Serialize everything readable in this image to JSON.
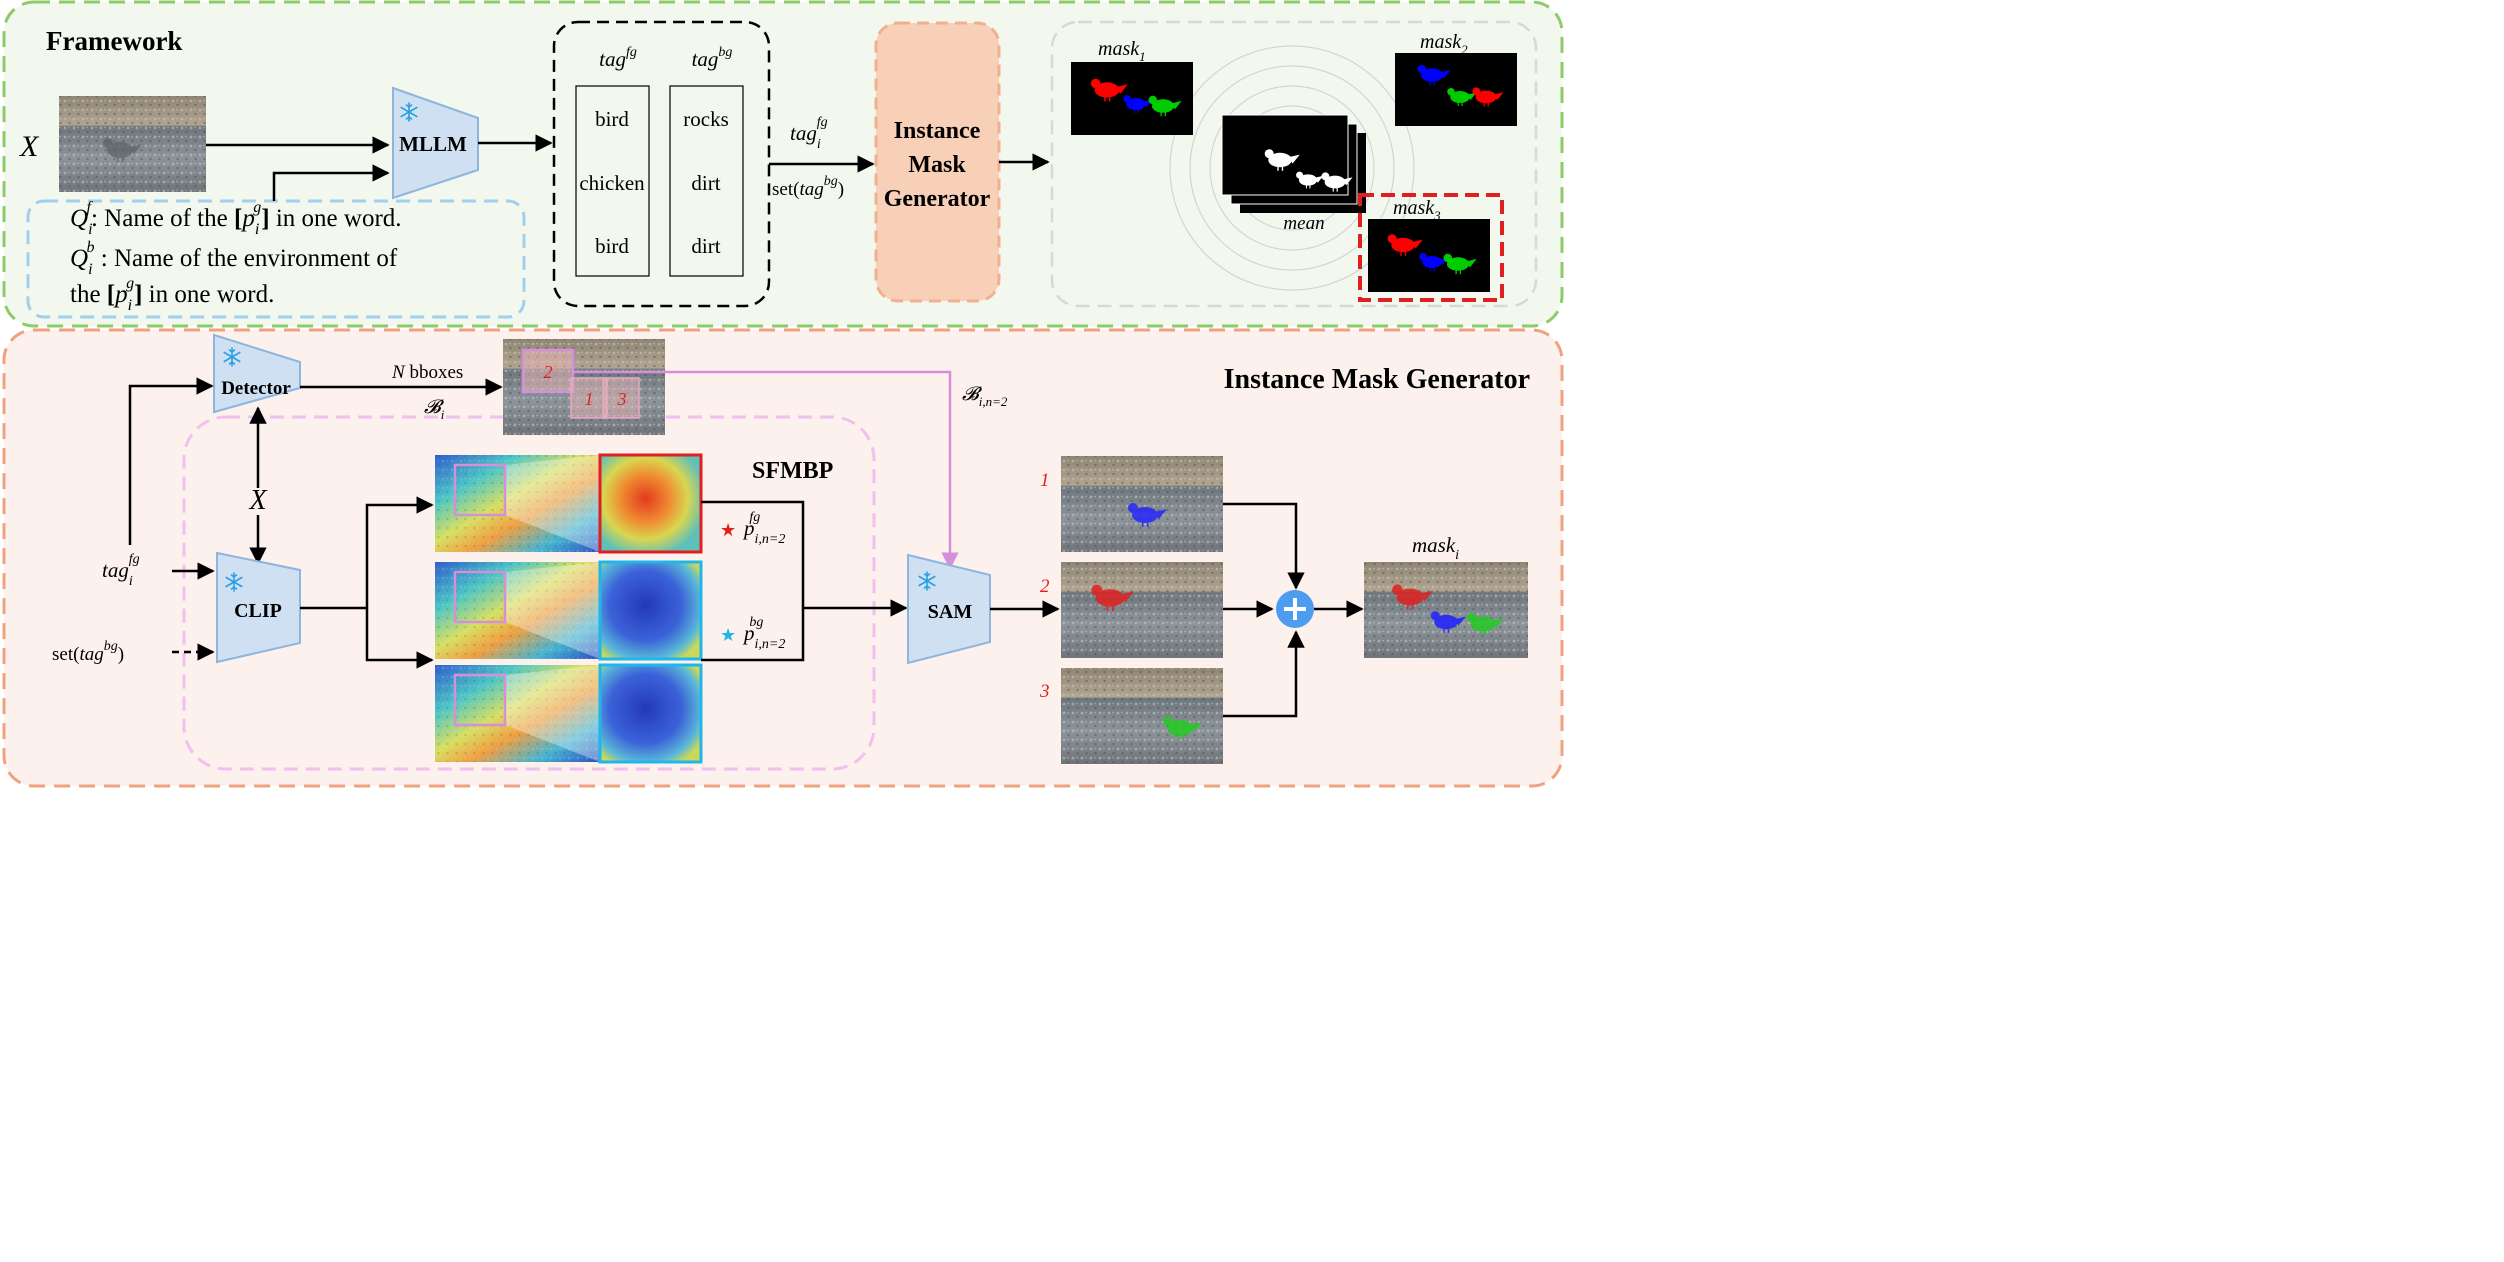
{
  "framework": {
    "title": "Framework",
    "input_label": "X",
    "mllm_label": "MLLM",
    "query_fg": {
      "sym": "Q",
      "sub": "i",
      "sup": "f",
      "text_a": ": Name of the ",
      "p_sym": "p",
      "p_sub": "i",
      "p_sup": "g",
      "text_b": " in one word."
    },
    "query_bg": {
      "sym": "Q",
      "sub": "i",
      "sup": "b",
      "line1": " : Name of the environment of",
      "line2a": "the ",
      "p_sym": "p",
      "p_sub": "i",
      "p_sup": "g",
      "line2b": " in one word."
    },
    "tag_fg_header": {
      "base": "tag",
      "sup": "fg"
    },
    "tag_bg_header": {
      "base": "tag",
      "sup": "bg"
    },
    "tags_fg": [
      "bird",
      "chicken",
      "bird"
    ],
    "tags_bg": [
      "rocks",
      "dirt",
      "dirt"
    ],
    "arrow_tag_label": {
      "base": "tag",
      "sub": "i",
      "sup": "fg"
    },
    "arrow_set_label": {
      "pre": "set(",
      "base": "tag",
      "sup": "bg",
      "post": ")"
    },
    "generator_lines": [
      "Instance",
      "Mask",
      "Generator"
    ],
    "mask1": {
      "base": "mask",
      "sub": "1"
    },
    "mask2": {
      "base": "mask",
      "sub": "2"
    },
    "mask3": {
      "base": "mask",
      "sub": "3"
    },
    "mean_label": "mean"
  },
  "img": {
    "title": "Instance Mask Generator",
    "detector_label": "Detector",
    "clip_label": "CLIP",
    "sam_label": "SAM",
    "sfmbp_label": "SFMBP",
    "x_label": "X",
    "bboxes_label": {
      "var": "N",
      "text": " bboxes"
    },
    "b_label": {
      "base": "𝓑",
      "sub": "i"
    },
    "b_n2_label": {
      "base": "𝓑",
      "sub": "i,n=2"
    },
    "tag_fg_input": {
      "base": "tag",
      "sub": "i",
      "sup": "fg"
    },
    "set_input": {
      "pre": "set(",
      "base": "tag",
      "sup": "bg",
      "post": ")"
    },
    "p_fg": {
      "base": "p",
      "sub": "i,n=2",
      "sup": "fg"
    },
    "p_bg": {
      "base": "p",
      "sub": "i,n=2",
      "sup": "bg"
    },
    "box_numbers": [
      "2",
      "1",
      "3"
    ],
    "result_numbers": [
      "1",
      "2",
      "3"
    ],
    "mask_i": {
      "base": "mask",
      "sub": "i"
    }
  },
  "colors": {
    "framework_border": "#8ec96a",
    "framework_fill": "#f3f8ef",
    "img_border": "#eea27f",
    "img_fill": "#fcf1ec",
    "module_fill": "#cfe0f3",
    "module_stroke": "#8db5de",
    "query_border": "#9fd0ef",
    "sfmbp_border": "#f1c0ee",
    "generator_fill": "#f8cfb7",
    "generator_border": "#f1b08f",
    "purple_line": "#d58fdb",
    "red_accent": "#e02020",
    "cyan_accent": "#20b6ea",
    "plus_fill": "#4d9cf0",
    "mask_red": "#ff0000",
    "mask_blue": "#0000ff",
    "mask_green": "#00cc00"
  },
  "icons": {
    "frozen": "snowflake-icon",
    "plus": "plus-circle-icon",
    "star": "star-icon"
  }
}
